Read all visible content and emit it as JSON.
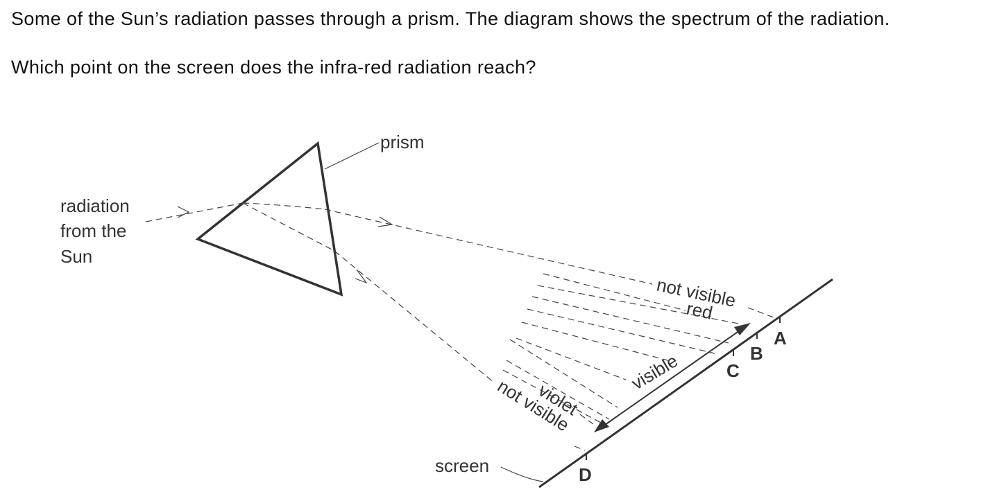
{
  "question": {
    "line1": "Some of the Sun’s radiation passes through a prism. The diagram shows the spectrum of the radiation.",
    "line2": "Which point on the screen does the infra-red radiation reach?"
  },
  "labels": {
    "prism": "prism",
    "source_line1": "radiation",
    "source_line2": "from the",
    "source_line3": "Sun",
    "not_visible_top": "not visible",
    "red": "red",
    "visible": "visible",
    "violet": "violet",
    "not_visible_bottom": "not visible",
    "screen": "screen"
  },
  "points": {
    "a": "A",
    "b": "B",
    "c": "C",
    "d": "D"
  }
}
